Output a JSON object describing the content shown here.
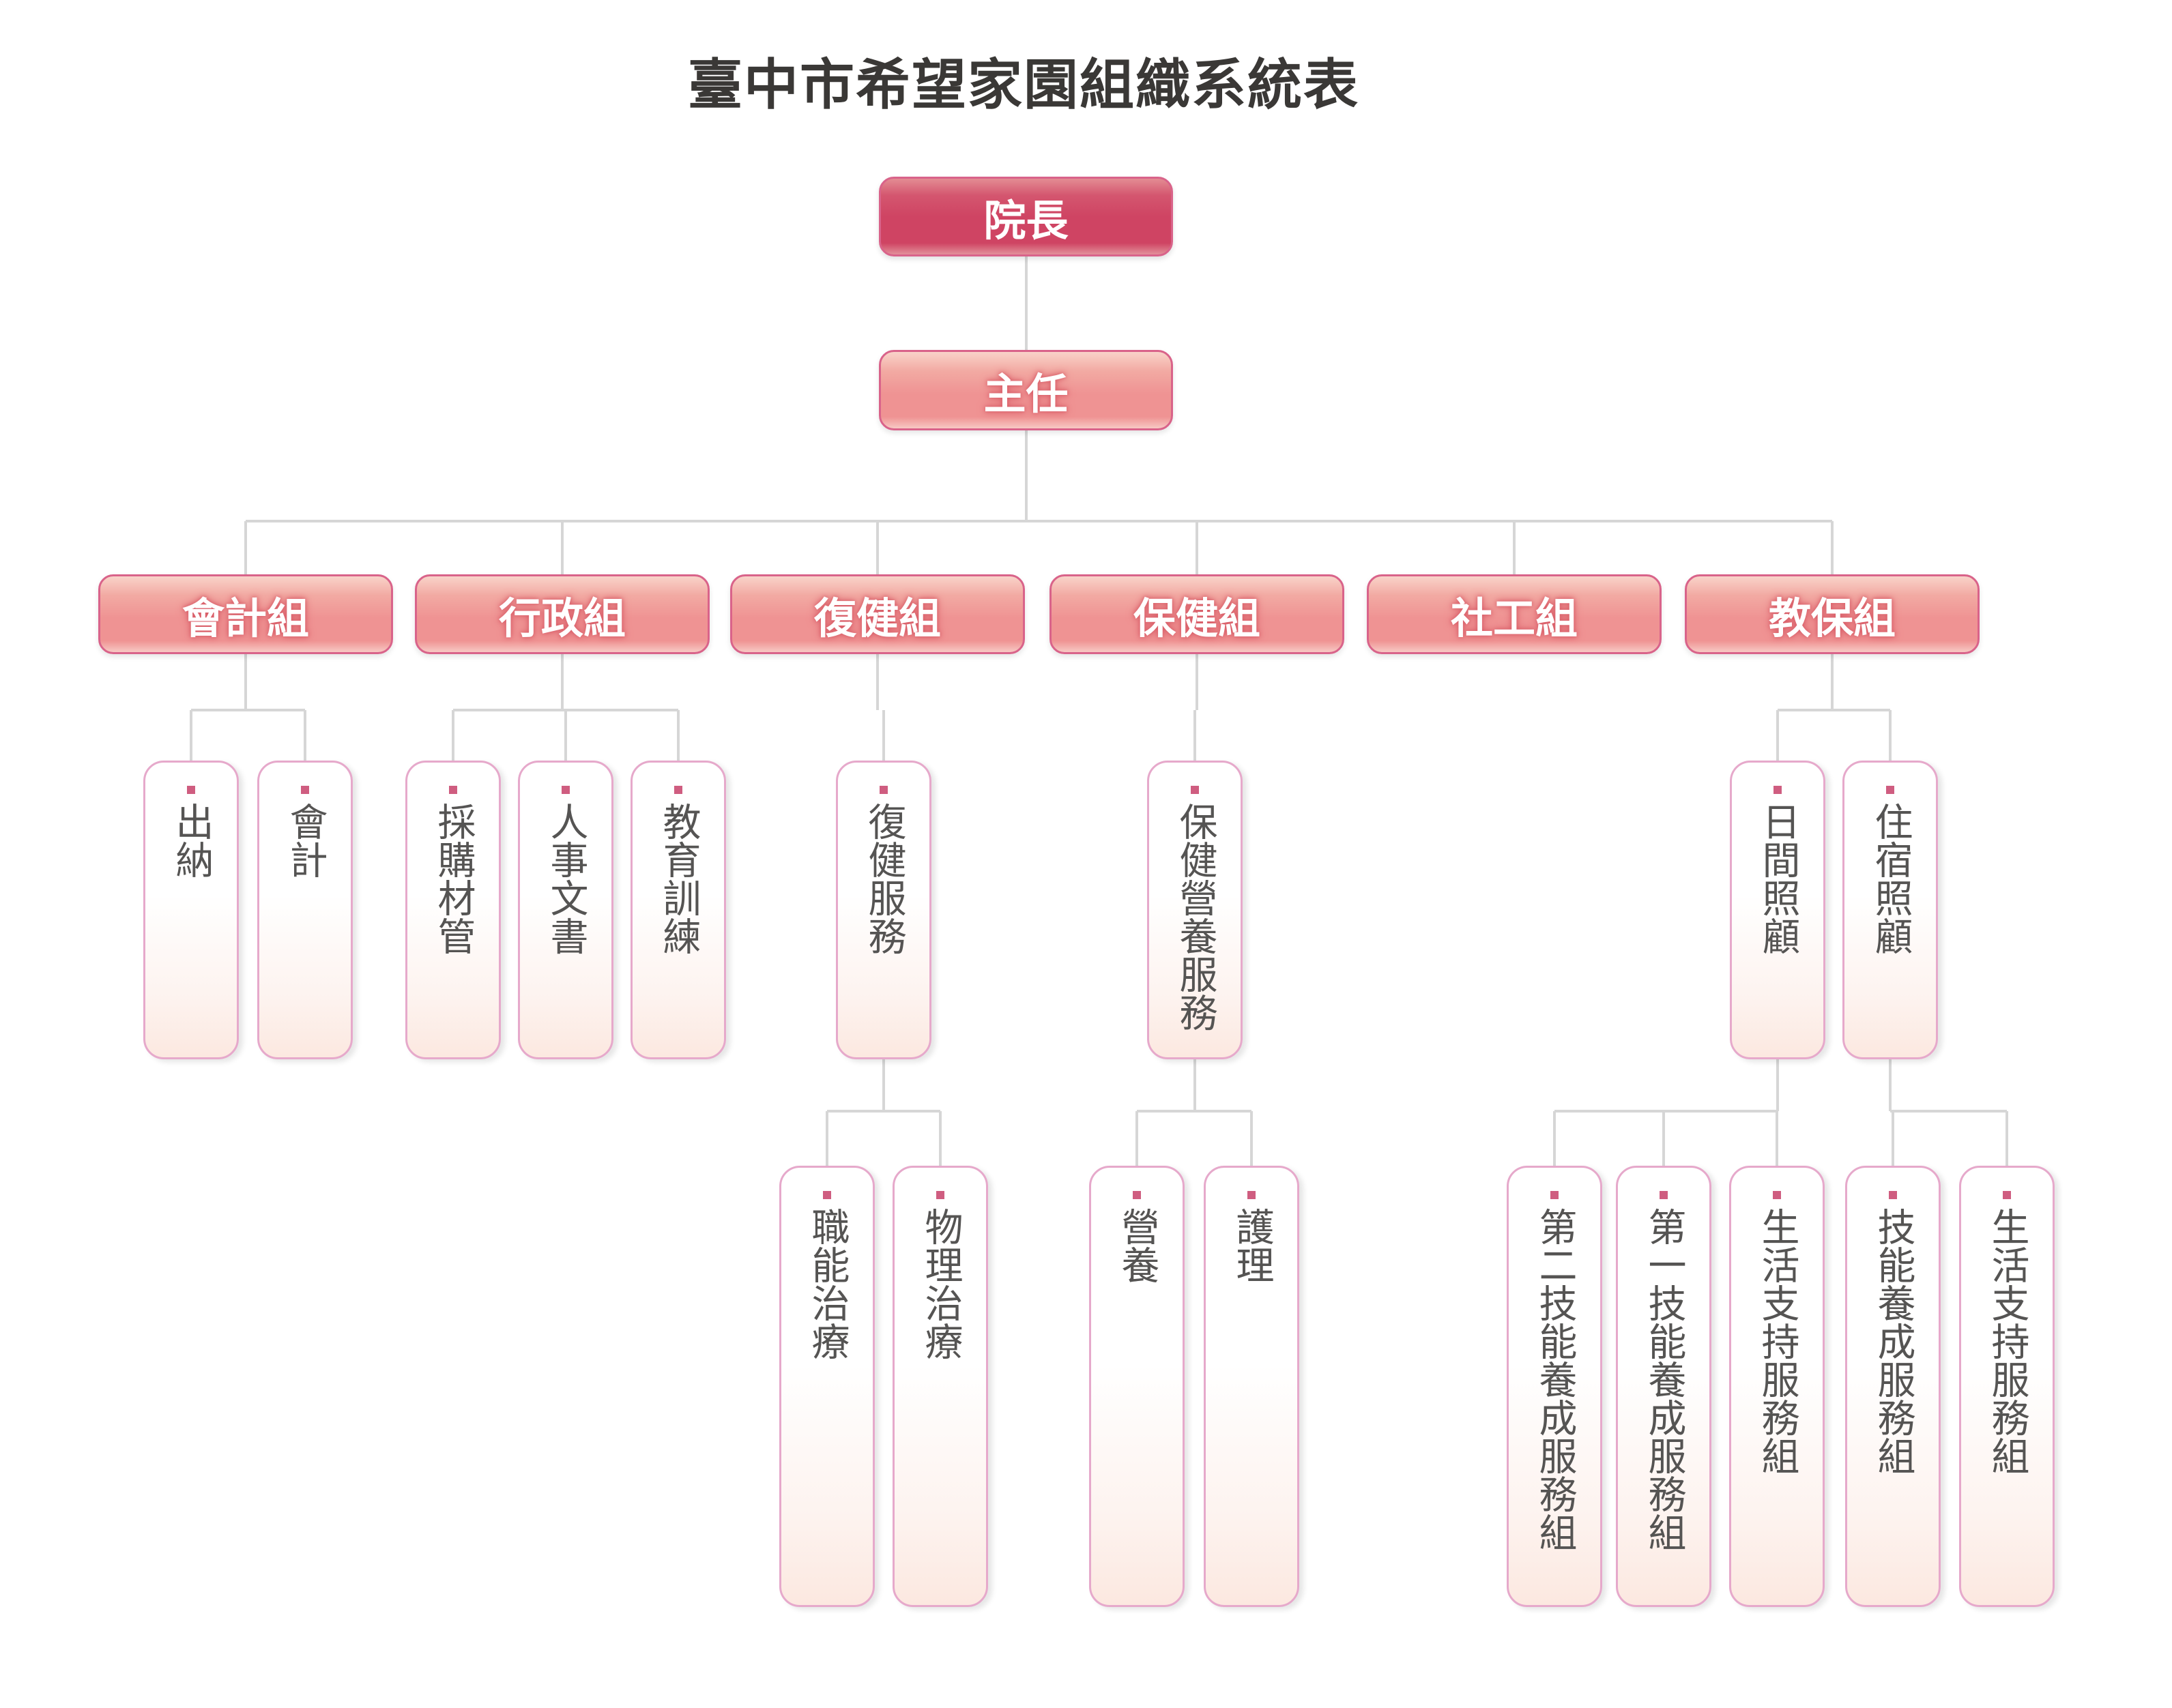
{
  "title": "臺中市希望家園組織系統表",
  "colors": {
    "director_fill": "#cf4463",
    "dept_fill": "#ef9393",
    "box_border": "#d9638a",
    "leaf_border": "#e6a9cb",
    "leaf_marker": "#cf5d80",
    "connector": "#d6d6d6",
    "leaf_text": "#555453"
  },
  "org": {
    "director": "院長",
    "chief": "主任",
    "departments": [
      {
        "label": "會計組",
        "units": [
          {
            "label": "出納",
            "units": []
          },
          {
            "label": "會計",
            "units": []
          }
        ]
      },
      {
        "label": "行政組",
        "units": [
          {
            "label": "採購材管",
            "units": []
          },
          {
            "label": "人事文書",
            "units": []
          },
          {
            "label": "教育訓練",
            "units": []
          }
        ]
      },
      {
        "label": "復健組",
        "units": [
          {
            "label": "復健服務",
            "units": [
              {
                "label": "職能治療"
              },
              {
                "label": "物理治療"
              }
            ]
          }
        ]
      },
      {
        "label": "保健組",
        "units": [
          {
            "label": "保健營養服務",
            "units": [
              {
                "label": "營養"
              },
              {
                "label": "護理"
              }
            ]
          }
        ]
      },
      {
        "label": "社工組",
        "units": []
      },
      {
        "label": "教保組",
        "units": [
          {
            "label": "日間照顧",
            "units": [
              {
                "label": "第二技能養成服務組"
              },
              {
                "label": "第一技能養成服務組"
              },
              {
                "label": "生活支持服務組"
              }
            ]
          },
          {
            "label": "住宿照顧",
            "units": [
              {
                "label": "技能養成服務組"
              },
              {
                "label": "生活支持服務組"
              }
            ]
          }
        ]
      }
    ]
  }
}
